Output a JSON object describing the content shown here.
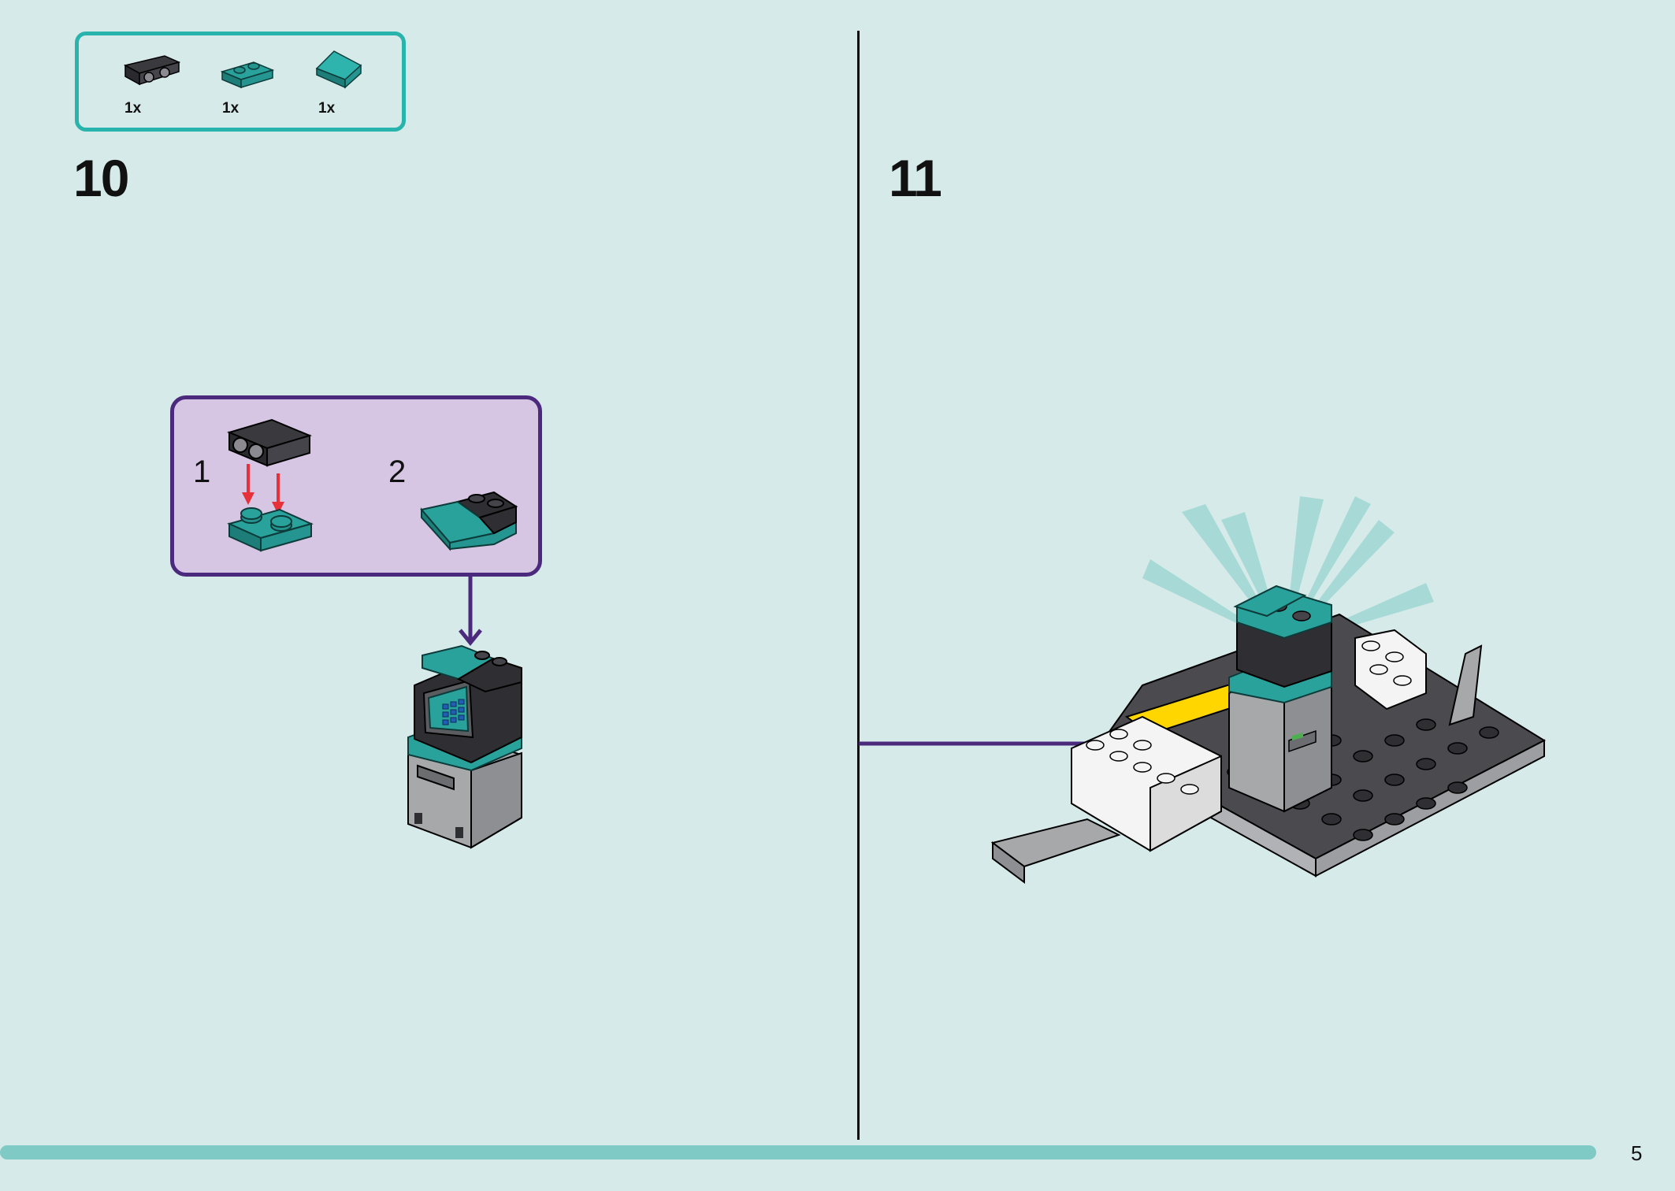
{
  "colors": {
    "background": "#d6ebe9",
    "parts_border": "#28b3ad",
    "subassembly_fill": "#d6c5e3",
    "subassembly_border": "#4b2a7e",
    "arrow": "#4b2a7e",
    "press_arrow": "#e8303a",
    "progress": "#7fcac5",
    "teal_brick": "#2aa29c",
    "dark_brick": "#2f2f33",
    "grey_brick": "#a6a8aa",
    "white_brick": "#f4f4f4",
    "yellow_tile": "#ffd600"
  },
  "parts_list": {
    "items": [
      {
        "icon": "dark-bracket-plate-icon",
        "qty": "1x"
      },
      {
        "icon": "teal-plate-1x2-icon",
        "qty": "1x"
      },
      {
        "icon": "teal-slope-icon",
        "qty": "1x"
      }
    ]
  },
  "steps": {
    "left": {
      "number": "10",
      "sub_steps": [
        "1",
        "2"
      ]
    },
    "right": {
      "number": "11"
    }
  },
  "footer": {
    "page_number": "5",
    "progress": 0.95
  }
}
